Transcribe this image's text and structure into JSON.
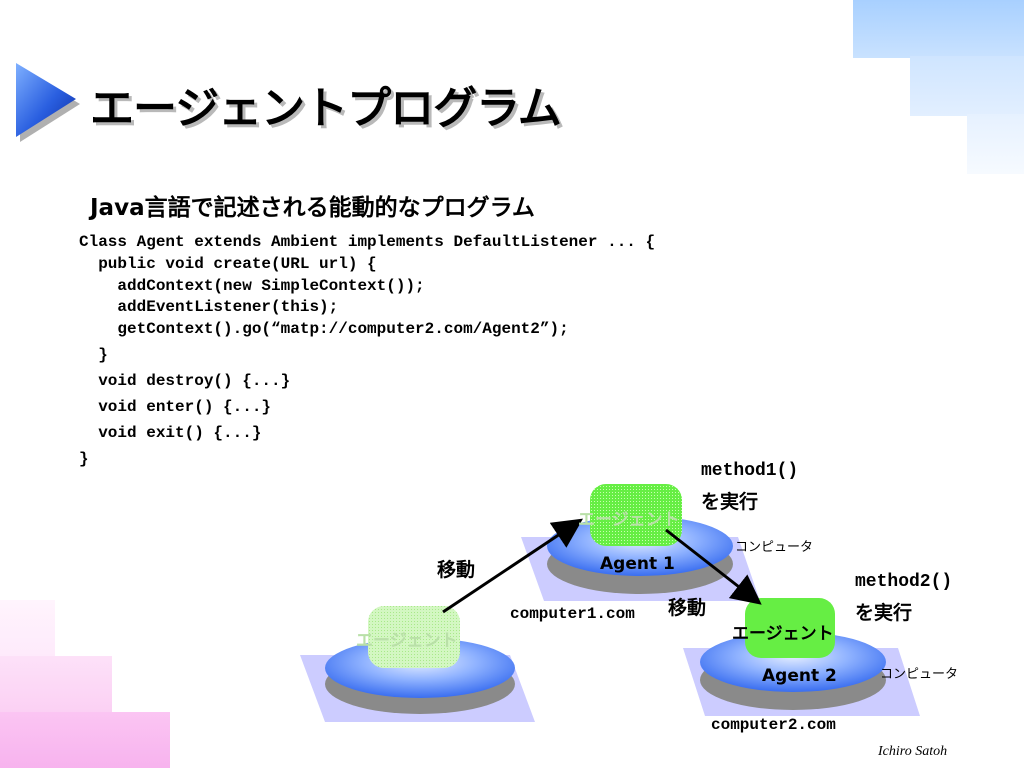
{
  "slide": {
    "title": "エージェントプログラム",
    "subtitle": "Java言語で記述される能動的なプログラム",
    "author": "Ichiro Satoh"
  },
  "code_lines": [
    "Class Agent extends Ambient implements DefaultListener ... {",
    "  public void create(URL url) {",
    "    addContext(new SimpleContext());",
    "    addEventListener(this);",
    "    getContext().go(“matp://computer2.com/Agent2”);",
    "  }",
    "  void destroy() {...}",
    "  void enter() {...}",
    "  void exit() {...}",
    "}"
  ],
  "diagram": {
    "agent_label": "エージェント",
    "computer_label": "コンピュータ",
    "move_label": "移動",
    "agent1_name": "Agent 1",
    "agent2_name": "Agent 2",
    "host1": "computer1.com",
    "host2": "computer2.com",
    "method1_name": "method1()",
    "method1_note": "を実行",
    "method2_name": "method2()",
    "method2_note": "を実行"
  },
  "colors": {
    "platform_top": "#6f9cff",
    "platform_side": "#8c8c8c",
    "shadow": "#ccccff",
    "agent_green": "#66ee44",
    "agent_faded": "#ccf5b8"
  },
  "icons": [
    "title-triangle-marker-icon"
  ]
}
